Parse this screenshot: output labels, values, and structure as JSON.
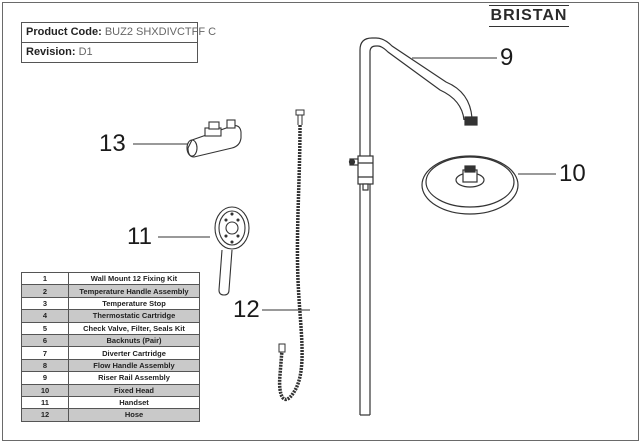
{
  "header": {
    "brand": "BRISTAN",
    "product_code_label": "Product Code:",
    "product_code_value": "BUZ2 SHXDIVCTFF C",
    "revision_label": "Revision:",
    "revision_value": "D1"
  },
  "callouts": {
    "c9": "9",
    "c10": "10",
    "c11": "11",
    "c12": "12",
    "c13": "13"
  },
  "parts": [
    {
      "num": "1",
      "desc": "Wall Mount 12 Fixing Kit"
    },
    {
      "num": "2",
      "desc": "Temperature Handle Assembly"
    },
    {
      "num": "3",
      "desc": "Temperature Stop"
    },
    {
      "num": "4",
      "desc": "Thermostatic Cartridge"
    },
    {
      "num": "5",
      "desc": "Check Valve, Filter, Seals Kit"
    },
    {
      "num": "6",
      "desc": "Backnuts (Pair)"
    },
    {
      "num": "7",
      "desc": "Diverter Cartridge"
    },
    {
      "num": "8",
      "desc": "Flow Handle Assembly"
    },
    {
      "num": "9",
      "desc": "Riser Rail Assembly"
    },
    {
      "num": "10",
      "desc": "Fixed Head"
    },
    {
      "num": "11",
      "desc": "Handset"
    },
    {
      "num": "12",
      "desc": "Hose"
    }
  ],
  "colors": {
    "shade": "#c9c9c9",
    "line": "#333333"
  }
}
